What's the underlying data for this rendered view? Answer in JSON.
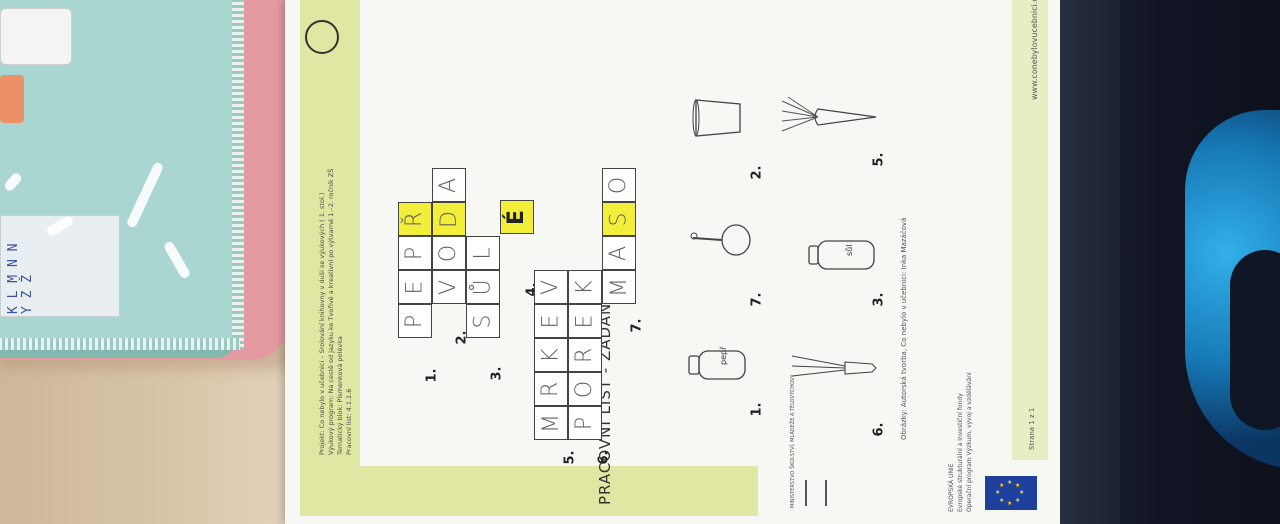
{
  "worksheet": {
    "title": "PRACOVNÍ LIST - ZADÁNÍ",
    "meta": {
      "project": "Projekt: Co nebylo v učebnici – Srolování knihovny v duši se výukových ( 1. stol.)",
      "program": "Výukový program: Na cestě od jazyku ke Tvořivé a kreativní po výtvarné 1.–2. ročník ZŠ",
      "theme": "Tematický blok: Písmenková polévka",
      "sheet": "Pracovní list: 4.1.1.6"
    },
    "credits": "Obrázky: Autorská tvorba, Co nebylo v učebnici: Inka Mazáčová",
    "page": "Strana 1 z 1",
    "website": "www.conebylovucebnici.c",
    "eu_lines": [
      "EVROPSKÁ UNIE",
      "Evropské strukturální a investiční fondy",
      "Operační program Výzkum, vývoj a vzdělávání"
    ],
    "ministry": "MINISTERSTVO ŠKOLSTVÍ, MLÁDEŽE A TĚLOVÝCHOVY"
  },
  "crossword": {
    "rows": [
      {
        "number": "1.",
        "letters": [
          "P",
          "E",
          "P",
          "Ř"
        ]
      },
      {
        "number": "2.",
        "letters": [
          "V",
          "O",
          "D",
          "A"
        ]
      },
      {
        "number": "3.",
        "letters": [
          "S",
          "Ů",
          "L"
        ]
      },
      {
        "number": "4.",
        "letters": [
          "É"
        ]
      },
      {
        "number": "5.",
        "letters": [
          "M",
          "R",
          "K",
          "E",
          "V"
        ]
      },
      {
        "number": "6.",
        "letters": [
          "P",
          "O",
          "R",
          "E",
          "K"
        ]
      },
      {
        "number": "7.",
        "letters": [
          "M",
          "A",
          "S",
          "O"
        ]
      }
    ]
  },
  "clues": {
    "labels": [
      "1.",
      "7.",
      "2.",
      "6.",
      "3.",
      "5."
    ],
    "pepr_label": "pepř",
    "sul_label": "sůl"
  },
  "pencil_case": {
    "name_tag_lines": [
      "K L M N N",
      "Y Z Ž"
    ]
  },
  "colors": {
    "highlight": "#f2ee3a",
    "band": "#dfe7a2",
    "eu_blue": "#1f3f9c"
  }
}
